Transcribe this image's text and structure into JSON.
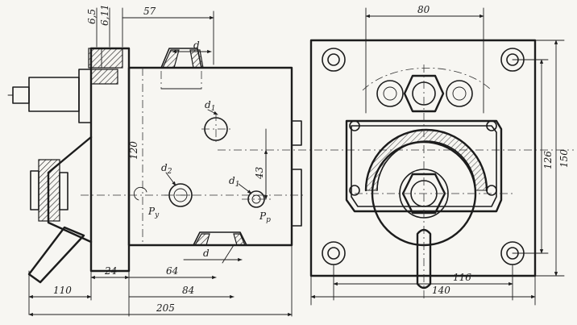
{
  "dimensions": {
    "top_left_a": "6,5",
    "top_left_b": "6,11",
    "top_57": "57",
    "top_80": "80",
    "height_120": "120",
    "dim_43": "43",
    "left_110": "110",
    "dim_24": "24",
    "dim_64": "64",
    "dim_84": "84",
    "total_205": "205",
    "dim_116": "116",
    "dim_140": "140",
    "right_126": "126",
    "right_150": "150"
  },
  "labels": {
    "d_top": "d",
    "d_bottom": "d",
    "d1_symbol": "d",
    "d1_sub": "1",
    "d2_symbol": "d",
    "d2_sub": "2",
    "d3_symbol": "d",
    "d3_sub": "1",
    "port_y": "P",
    "port_y_sub": "y",
    "port_p": "P",
    "port_p_sub": "p"
  },
  "colors": {
    "ink": "#1c1c1c",
    "paper": "#f7f6f2"
  }
}
